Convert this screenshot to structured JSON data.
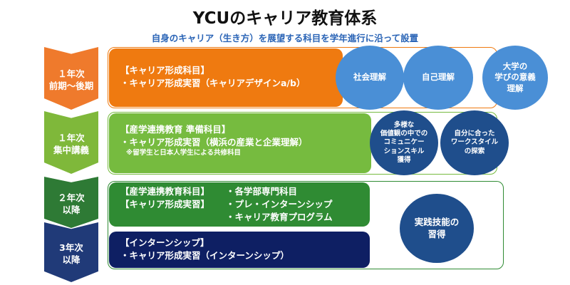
{
  "title": "YCUのキャリア教育体系",
  "subtitle": "自身のキャリア（生き方）を展望する科目を学年進行に沿って設置",
  "stages": [
    {
      "lines": [
        "１年次",
        "前期～後期"
      ],
      "color": "#ef7a2c"
    },
    {
      "lines": [
        "１年次",
        "集中講義"
      ],
      "color": "#7fb83a"
    },
    {
      "lines": [
        "２年次",
        "以降"
      ],
      "color": "#2e7a35"
    },
    {
      "lines": [
        "3年次",
        "以降"
      ],
      "color": "#203a78"
    }
  ],
  "panels": {
    "career": {
      "lines": [
        "【キャリア形成科目】",
        "・キャリア形成実習（キャリアデザインa/b）"
      ],
      "color": "#ef7a10"
    },
    "industry_prep": {
      "lines": [
        "【産学連携教育 準備科目】",
        "・キャリア形成実習（横浜の産業と企業理解）"
      ],
      "note": "※留学生と日本人学生による共修科目",
      "color": "#76bb3f"
    },
    "industry": {
      "rows": [
        [
          "【産学連携教育科目】",
          "・各学部専門科目"
        ],
        [
          "【キャリア形成実習】",
          "・プレ・インターンシップ"
        ],
        [
          "",
          "・キャリア教育プログラム"
        ]
      ],
      "color": "#2f8b33"
    },
    "internship": {
      "lines": [
        "【インターンシップ】",
        "・キャリア形成実習（インターンシップ）"
      ],
      "color": "#0e1f63"
    }
  },
  "circles": {
    "social": "社会理解",
    "self": "自己理解",
    "university": "大学の\n学びの意義\n理解",
    "communication": "多様な\n価値観の中での\nコミュニケー\nションスキル\n獲得",
    "workstyle": "自分に合った\nワークスタイル\nの探索",
    "practical": "実践技能の\n習得"
  },
  "colors": {
    "title": "#111111",
    "subtitle": "#2a64b6",
    "circle_blue": "#4a8fd6",
    "circle_navy": "#1f4e8c",
    "outline_orange": "#ef7a10",
    "outline_green": "#76bb3f",
    "outline_darkgreen": "#2f8b33"
  }
}
